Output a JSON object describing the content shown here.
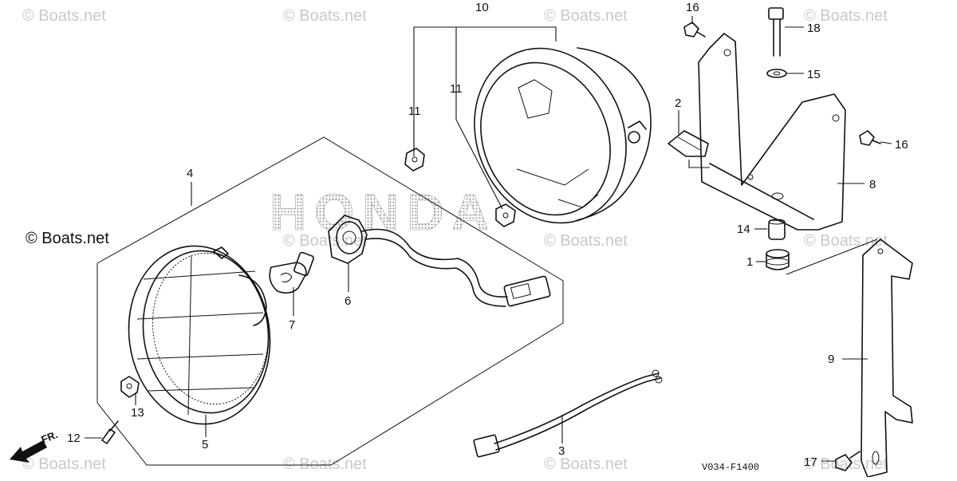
{
  "watermarks": {
    "top_1": "© Boats.net",
    "top_2": "© Boats.net",
    "top_3": "© Boats.net",
    "top_4": "© Boats.net",
    "mid_left": "© Boats.net",
    "mid_1": "© Boats.net",
    "mid_2": "© Boats.net",
    "mid_3": "© Boats.net",
    "bottom_1": "© Boats.net",
    "bottom_2": "© Boats.net",
    "bottom_3": "© Boats.net",
    "bottom_4": "© Boats.net"
  },
  "brand_logo": "HONDA",
  "direction_indicator": "FR.",
  "diagram_code": "V034-F1400",
  "callouts": {
    "p1": "1",
    "p2": "2",
    "p3": "3",
    "p4": "4",
    "p5": "5",
    "p6": "6",
    "p7": "7",
    "p8": "8",
    "p9": "9",
    "p10": "10",
    "p11a": "11",
    "p11b": "11",
    "p12": "12",
    "p13": "13",
    "p14": "14",
    "p15": "15",
    "p16a": "16",
    "p16b": "16",
    "p17": "17",
    "p18": "18"
  }
}
